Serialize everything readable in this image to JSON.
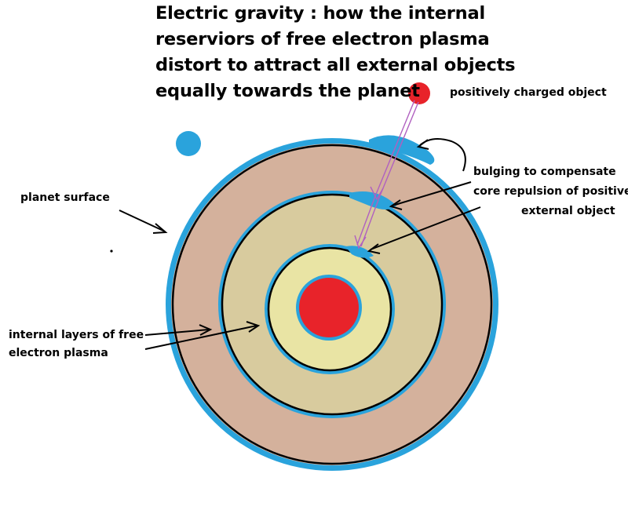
{
  "title": {
    "lines": [
      "Electric gravity : how the internal",
      "reserviors of free electron plasma",
      "distort to attract all external objects",
      "equally towards the planet"
    ]
  },
  "labels": {
    "positive_object": "positively charged object",
    "bulging": [
      "bulging to compensate",
      "core repulsion of positive",
      "external object"
    ],
    "planet_surface": "planet surface",
    "internal_layers": [
      "internal layers of free",
      "electron plasma"
    ]
  },
  "colors": {
    "plasma_blue": "#2aa3dc",
    "outer_layer": "#d4b19c",
    "middle_layer": "#d8cb9e",
    "inner_layer": "#e9e4a4",
    "core": "#e8232a",
    "positive_object": "#e8232a",
    "arrow_purple": "#b060c0",
    "ink": "#000000"
  }
}
